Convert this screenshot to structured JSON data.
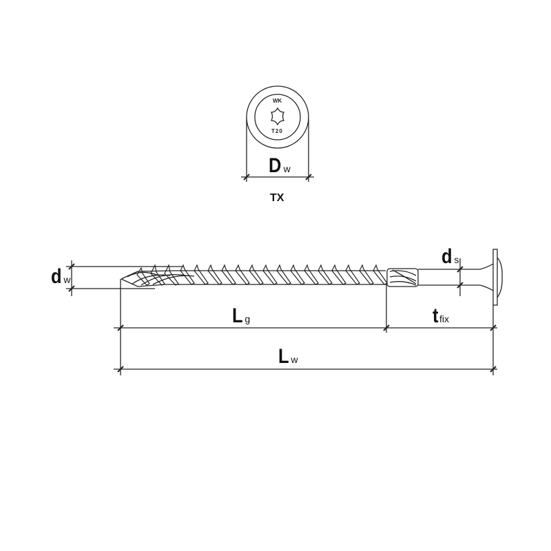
{
  "diagram": {
    "subject": "wood screw with washer head technical drawing",
    "top_view": {
      "head_marking_top": "WK",
      "head_marking_bottom": "T20",
      "dimension_label": {
        "main": "D",
        "sub": "w"
      },
      "drive_label": "TX"
    },
    "side_view": {
      "thread_diameter": {
        "main": "d",
        "sub": "w"
      },
      "shank_diameter": {
        "main": "d",
        "sub": "s"
      },
      "thread_length": {
        "main": "L",
        "sub": "g"
      },
      "fixing_thickness": {
        "main": "t",
        "sub": "fix"
      },
      "total_length": {
        "main": "L",
        "sub": "w"
      }
    },
    "colors": {
      "line": "#222222",
      "background": "#ffffff"
    }
  }
}
